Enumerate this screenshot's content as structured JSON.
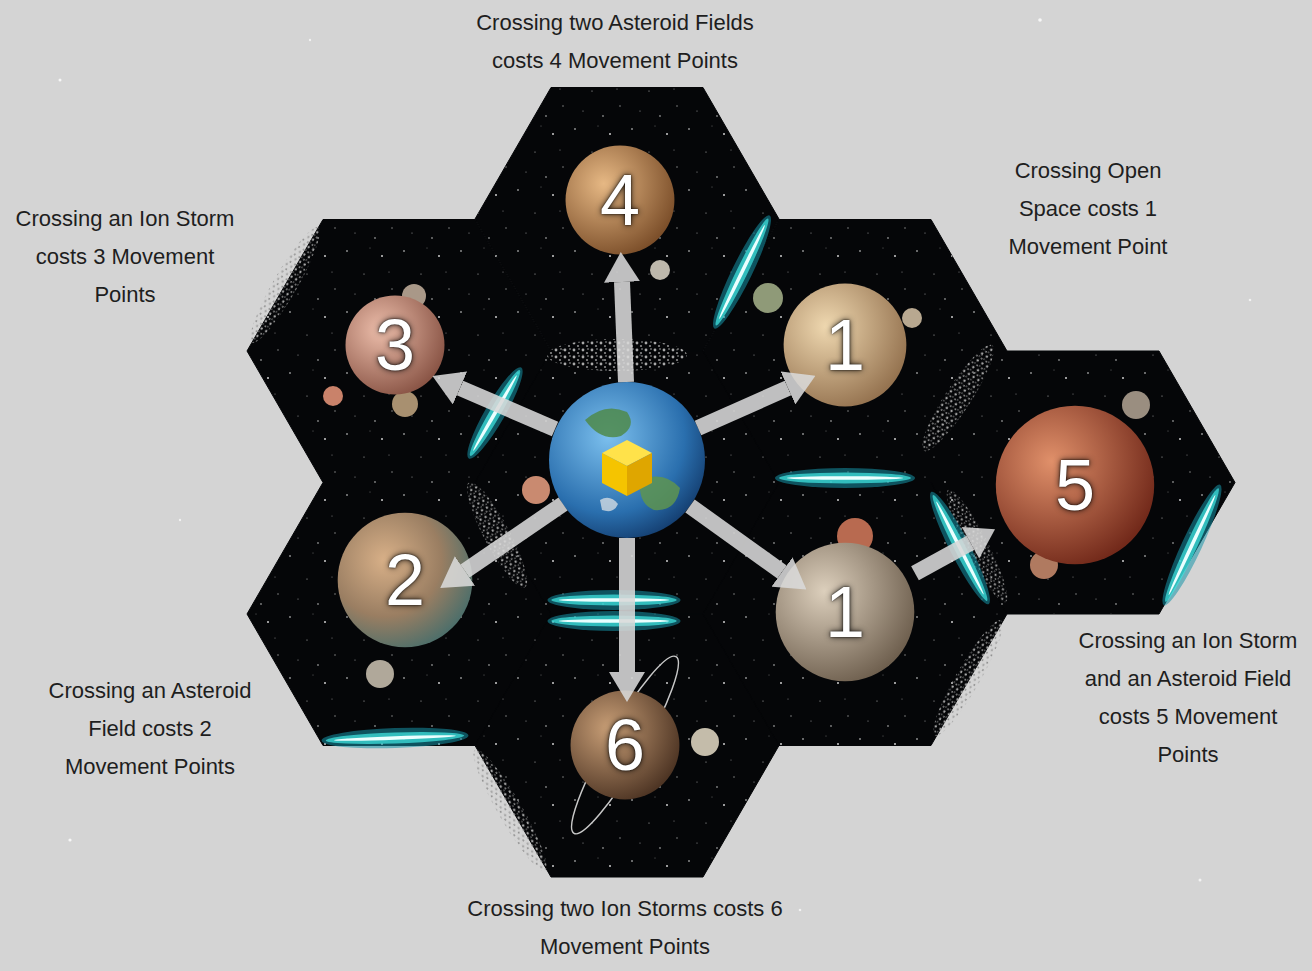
{
  "diagram": {
    "nodes": [
      {
        "text": [
          "4"
        ]
      },
      {
        "text": [
          "3"
        ]
      },
      {
        "text": [
          "1"
        ]
      },
      {
        "text": [
          "5"
        ]
      },
      {
        "text": [
          "2"
        ]
      },
      {
        "text": [
          "1"
        ]
      },
      {
        "text": [
          "6"
        ]
      }
    ],
    "edges": [
      {
        "from": 5,
        "to": 3,
        "arrow": "to"
      }
    ],
    "labels": [
      "Crossing two Asteroid Fields costs 4 Movement Points",
      "Crossing Open Space costs 1 Movement Point",
      "Crossing an Ion Storm costs 3 Movement Points",
      "Crossing an Ion Storm and an Asteroid Field costs 5 Movement Points",
      "Crossing an Asteroid Field costs 2 Movement Points",
      "Crossing two Ion Storms costs 6 Movement Points"
    ]
  }
}
